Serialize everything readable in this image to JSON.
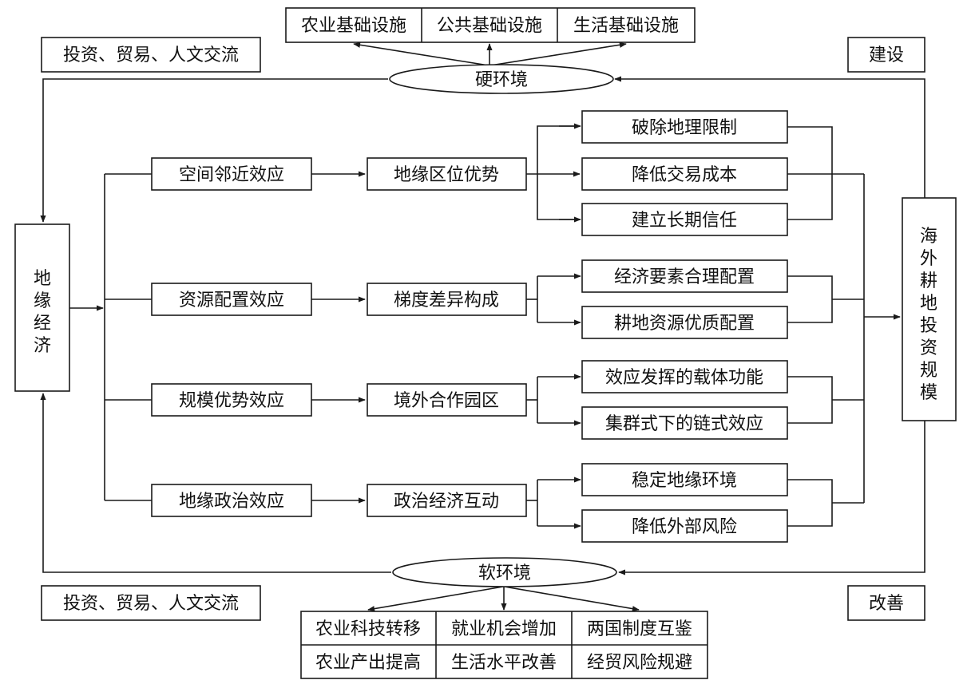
{
  "hard_env": {
    "label": "硬环境",
    "items": [
      "农业基础设施",
      "公共基础设施",
      "生活基础设施"
    ],
    "left_note": "投资、贸易、人文交流",
    "right_note": "建设"
  },
  "soft_env": {
    "label": "软环境",
    "items_row1": [
      "农业科技转移",
      "就业机会增加",
      "两国制度互鉴"
    ],
    "items_row2": [
      "农业产出提高",
      "生活水平改善",
      "经贸风险规避"
    ],
    "left_note": "投资、贸易、人文交流",
    "right_note": "改善"
  },
  "left_node": {
    "chars": [
      "地",
      "缘",
      "经",
      "济"
    ]
  },
  "right_node": {
    "chars": [
      "海",
      "外",
      "耕",
      "地",
      "投",
      "资",
      "规",
      "模"
    ]
  },
  "effects": [
    {
      "effect": "空间邻近效应",
      "mechanism": "地缘区位优势",
      "outcomes": [
        "破除地理限制",
        "降低交易成本",
        "建立长期信任"
      ]
    },
    {
      "effect": "资源配置效应",
      "mechanism": "梯度差异构成",
      "outcomes": [
        "经济要素合理配置",
        "耕地资源优质配置"
      ]
    },
    {
      "effect": "规模优势效应",
      "mechanism": "境外合作园区",
      "outcomes": [
        "效应发挥的载体功能",
        "集群式下的链式效应"
      ]
    },
    {
      "effect": "地缘政治效应",
      "mechanism": "政治经济互动",
      "outcomes": [
        "稳定地缘环境",
        "降低外部风险"
      ]
    }
  ]
}
